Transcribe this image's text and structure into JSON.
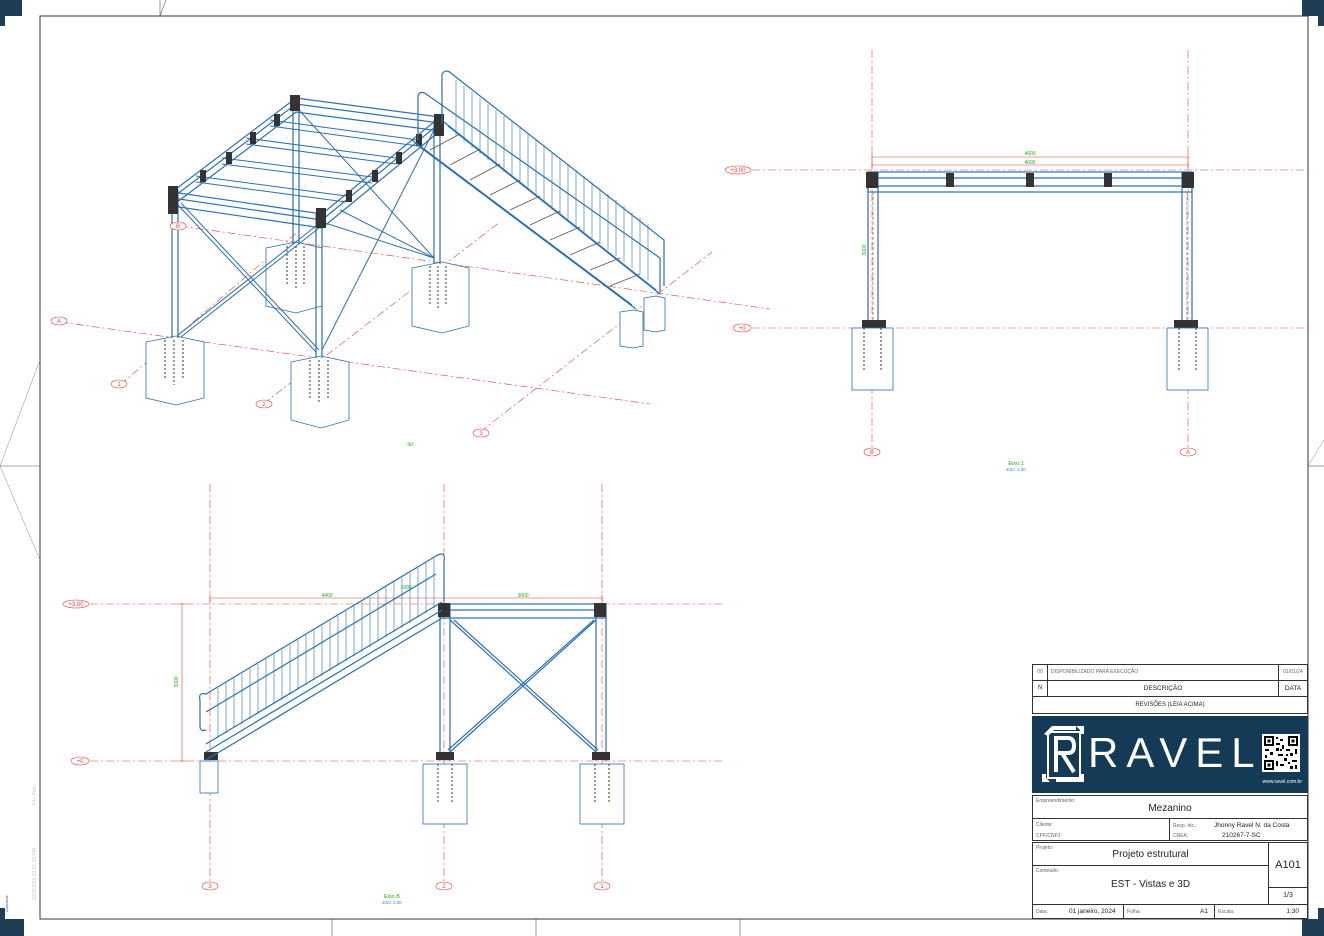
{
  "colors": {
    "structure": "#2c6fb4",
    "axis": "#e0403a",
    "dimension": "#e0403a",
    "dim_text": "#22aa22",
    "label_green": "#22aa22",
    "label_blue": "#2a8bd8",
    "corner": "#1f3e55",
    "banner": "#143a55"
  },
  "view3d": {
    "axes": [
      "A",
      "B",
      "1",
      "2",
      "3"
    ],
    "label": "3d"
  },
  "elevation1": {
    "levels": [
      "+3.00",
      "+0"
    ],
    "axes": [
      "B",
      "A"
    ],
    "dims": [
      "4600",
      "4600"
    ],
    "side_dim": "3000",
    "title": "Eixo 1",
    "scale": "ESC 1:30"
  },
  "elevationB": {
    "levels": [
      "+3.00",
      "+0"
    ],
    "axes": [
      "3",
      "2",
      "1"
    ],
    "dims": [
      "4400",
      "3000"
    ],
    "side_dim": "3000",
    "mid_label": "1000",
    "title": "Eixo B",
    "scale": "ESC 1:30"
  },
  "titleblock": {
    "revision": {
      "n": "00",
      "desc": "DISPONIBILIZADO PARA EXECUÇÃO",
      "date": "01/01/24"
    },
    "header": {
      "n": "N",
      "desc": "DESCRIÇÃO",
      "date": "DATA"
    },
    "revisions_note": "REVISÕES (LEIA ACIMA)",
    "logo_text": "RAVEL",
    "website": "www.ravel.com.br",
    "empreendimento_label": "Empreendimento:",
    "empreendimento": "Mezanino",
    "cliente_label": "Cliente:",
    "cpf_label": "CPF/CNPJ:",
    "resp_label": "Resp. téc.:",
    "resp": "Jhonny Ravel N. da Costa",
    "crea_label": "CREA:",
    "crea": "210267-7-SC",
    "projeto_label": "Projeto:",
    "projeto": "Projeto estrutural",
    "conteudo_label": "Conteúdo:",
    "conteudo": "EST - Vistas e 3D",
    "sheet_code": "A101",
    "sheet_num": "1/3",
    "data_label": "Data:",
    "data": "01 janeiro, 2024",
    "folha_label": "Folha:",
    "folha": "A1",
    "escala_label": "Escala:",
    "escala": "1:30"
  },
  "margin": {
    "file_path": "File Path:",
    "timestamp": "12/3/2024 10:21:20 PM",
    "author": "Autodesk"
  }
}
